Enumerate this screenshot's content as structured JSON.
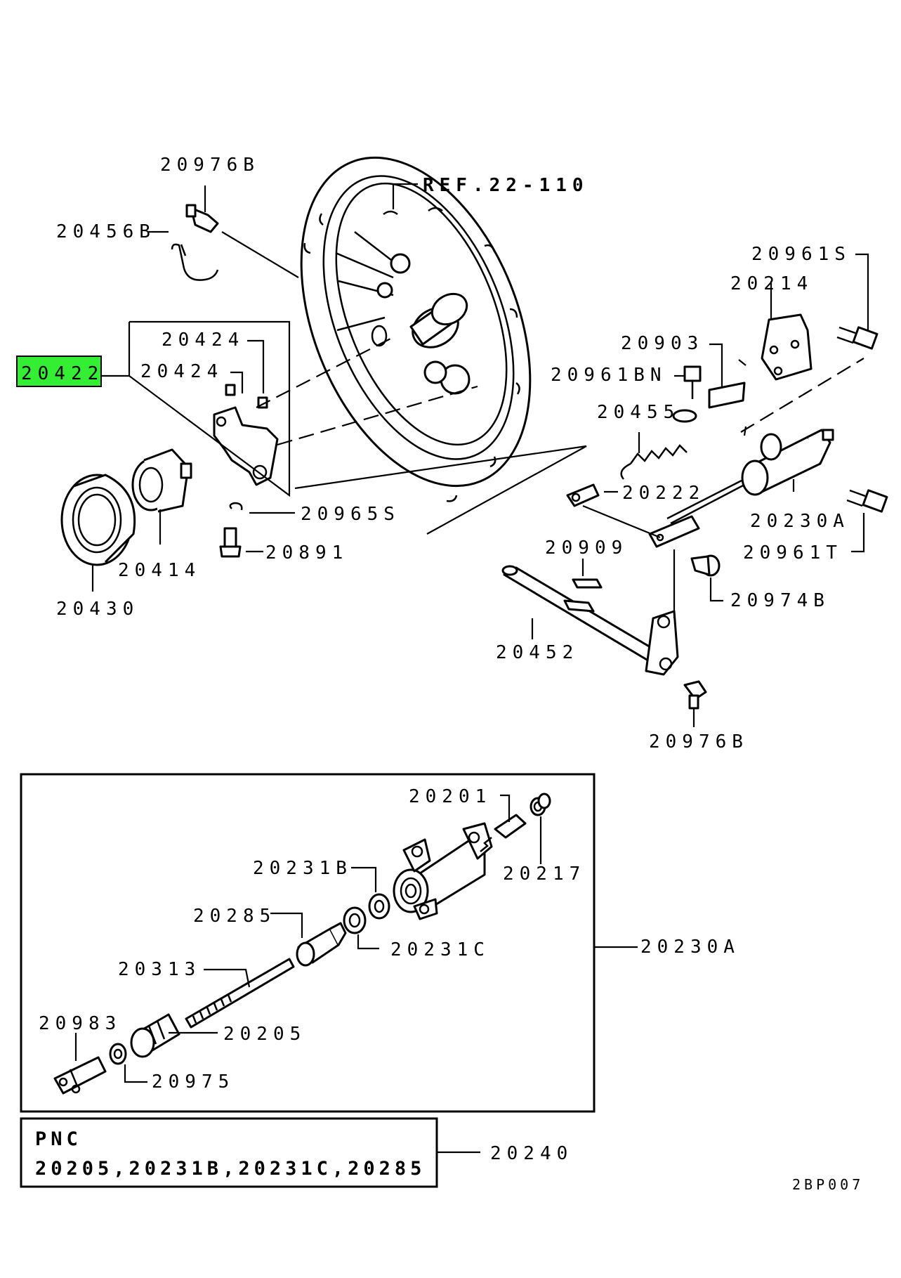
{
  "diagram": {
    "highlight_color": "#33ee33",
    "labels": {
      "p20976B_top": "20976B",
      "ref": "REF.22-110",
      "p20456B": "20456B",
      "p20961S": "20961S",
      "p20214": "20214",
      "p20424_a": "20424",
      "p20424_b": "20424",
      "p20422": "20422",
      "p20903": "20903",
      "p20961BN": "20961BN",
      "p20455": "20455",
      "p20222": "20222",
      "p20965S": "20965S",
      "p20230A_top": "20230A",
      "p20891": "20891",
      "p20961T": "20961T",
      "p20909": "20909",
      "p20414": "20414",
      "p20430": "20430",
      "p20974B": "20974B",
      "p20452": "20452",
      "p20976B_bottom": "20976B",
      "p20201": "20201",
      "p20217": "20217",
      "p20231B": "20231B",
      "p20285": "20285",
      "p20231C": "20231C",
      "p20230A_right": "20230A",
      "p20313": "20313",
      "p20983": "20983",
      "p20205": "20205",
      "p20975": "20975",
      "p20240": "20240"
    },
    "pnc_box": {
      "title": "PNC",
      "parts": "20205,20231B,20231C,20285"
    },
    "figure_code": "2BP007"
  }
}
